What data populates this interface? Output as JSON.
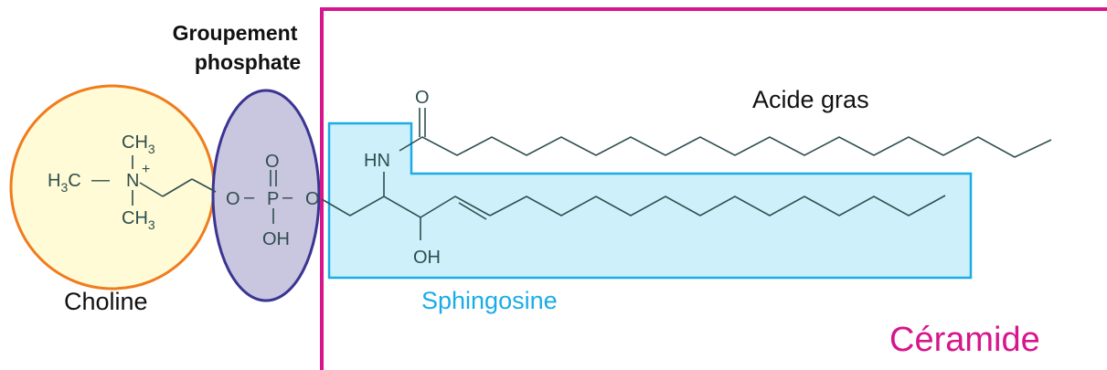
{
  "labels": {
    "phosphate_line1": "Groupement",
    "phosphate_line2": "phosphate",
    "fatty_acid": "Acide gras",
    "choline": "Choline",
    "sphingosine": "Sphingosine",
    "ceramide": "Céramide"
  },
  "atoms": {
    "ch3_top": "CH",
    "ch3_top_sub": "3",
    "h3c_left": "H",
    "h3c_left_sub": "3",
    "h3c_left_c": "C",
    "dash1": "—",
    "n": "N",
    "plus": "+",
    "ch3_bottom": "CH",
    "ch3_bottom_sub": "3",
    "o_choline": "O",
    "p_o_top": "O",
    "p_dash1": "–",
    "p": "P",
    "p_dash2": "–",
    "o_right": "O",
    "p_oh": "OH",
    "c_o": "O",
    "hn": "HN",
    "oh_sph": "OH"
  },
  "colors": {
    "choline_circle": "#f07c1e",
    "choline_fill": "#fffbd6",
    "phosphate_ellipse": "#3a3592",
    "phosphate_fill": "#c9c6e0",
    "ceramide": "#d6168c",
    "sphingosine": "#1aace6",
    "sphingosine_fill": "#cdf0fa",
    "bond": "#2e4e4e"
  }
}
